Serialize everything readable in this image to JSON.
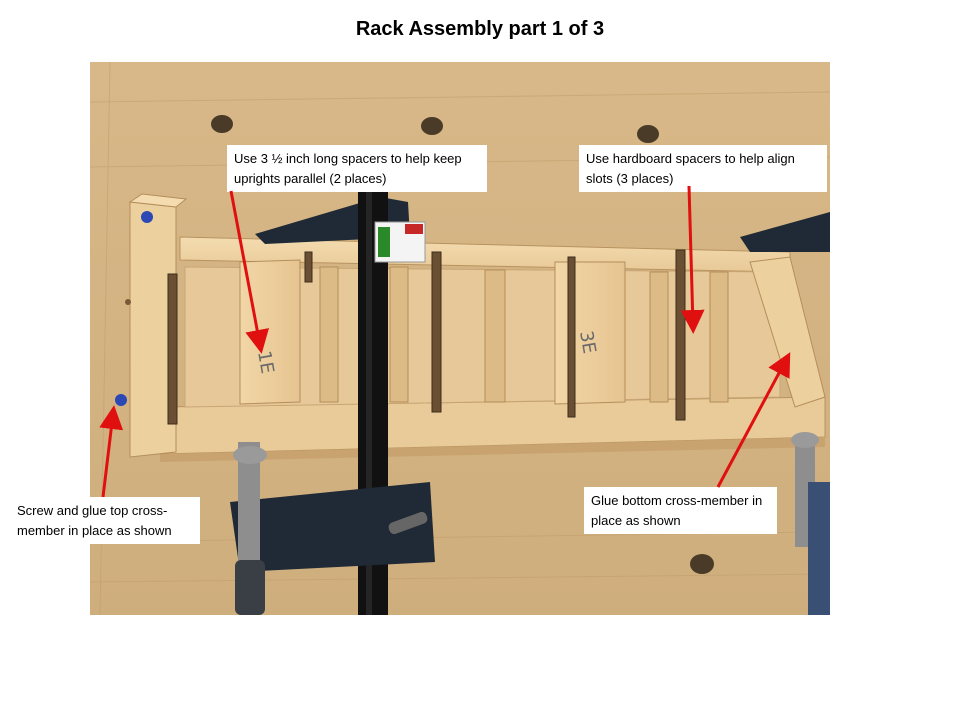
{
  "slide": {
    "title": "Rack Assembly part 1 of 3"
  },
  "callouts": {
    "spacers_long": "Use 3 ½ inch long spacers to help keep uprights parallel (2 places)",
    "spacers_hardboard": "Use hardboard  spacers to help align slots (3 places)",
    "top_cross_member": "Screw  and glue top cross-member  in place as shown",
    "bottom_cross_member": "Glue bottom  cross-member  in place as shown"
  },
  "photo": {
    "pencil_marks": [
      "1E",
      "3E"
    ]
  },
  "colors": {
    "arrow": "#e01010",
    "bench": "#d9b98a",
    "wood": "#efd3a3",
    "clamp": "#1f2a36"
  }
}
